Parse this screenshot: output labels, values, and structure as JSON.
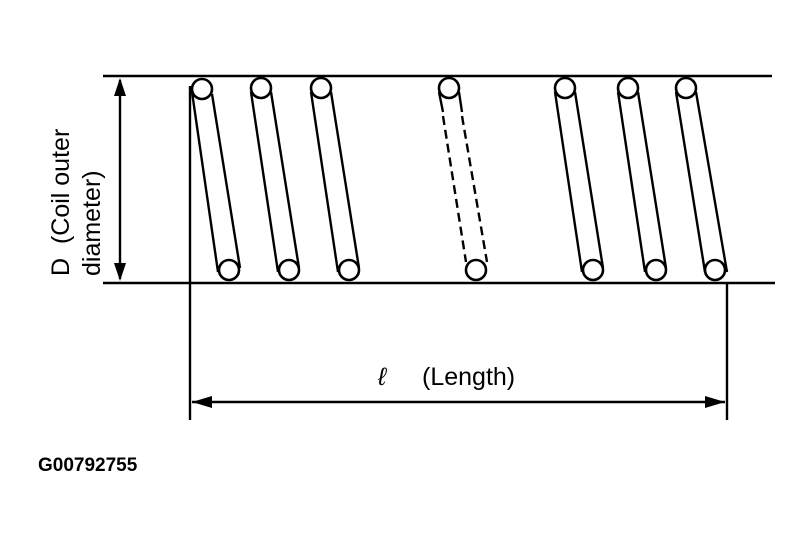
{
  "diagram": {
    "diameter_label_line1": "D  (Coil outer",
    "diameter_label_line2": "diameter)",
    "length_symbol": "ℓ",
    "length_label": "(Length)",
    "figure_id": "G00792755"
  }
}
